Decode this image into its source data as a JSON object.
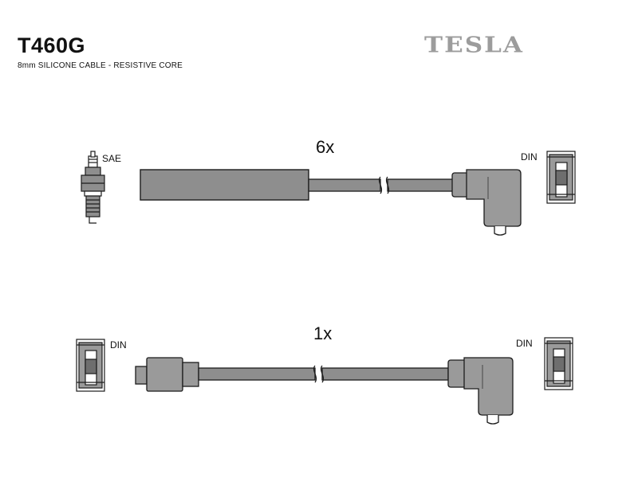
{
  "header": {
    "part_number": "T460G",
    "description": "8mm SILICONE CABLE - RESISTIVE CORE",
    "brand": "TESLA"
  },
  "top_assembly": {
    "quantity": "6x",
    "left_end_label": "SAE",
    "right_end_label": "DIN"
  },
  "bottom_assembly": {
    "quantity": "1x",
    "left_end_label": "DIN",
    "right_end_label": "DIN"
  },
  "colors": {
    "cable_fill": "#8e8e8e",
    "connector_fill": "#9a9a9a",
    "outline": "#1c1c1c",
    "brand": "#9c9c9c"
  }
}
